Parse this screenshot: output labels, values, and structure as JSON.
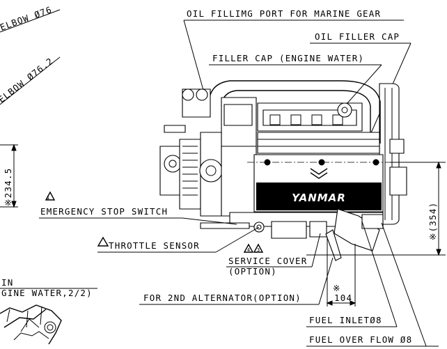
{
  "labels": {
    "elbow_76": "ELBOW Ø76",
    "elbow_76_2": "ELBOW Ø76.2",
    "oil_port_marine_gear": "OIL FILLIMG PORT FOR MARINE GEAR",
    "oil_filler_cap": "OIL FILLER CAP",
    "filler_cap_engine_water": "FILLER CAP (ENGINE WATER)",
    "emergency_stop": "EMERGENCY STOP SWITCH",
    "throttle_sensor": "THROTTLE SENSOR",
    "service_cover": "SERVICE COVER",
    "service_cover_option": "(OPTION)",
    "alternator_option": "FOR 2ND ALTERNATOR(OPTION)",
    "fuel_inlet": "FUEL INLETØ8",
    "fuel_overflow": "FUEL OVER FLOW Ø8",
    "engine_water_in": "IN",
    "engine_water": "GINE WATER,2/2)",
    "brand": "YANMAR"
  },
  "dimensions": {
    "dim_234_5": "※234.5",
    "dim_354": "※(354)",
    "dim_104": "104",
    "dim_104_mark": "※"
  },
  "notes": {
    "note_1": "1",
    "note_3": "3",
    "note_4": "4"
  },
  "colors": {
    "ink": "#000000",
    "paper": "#ffffff"
  }
}
